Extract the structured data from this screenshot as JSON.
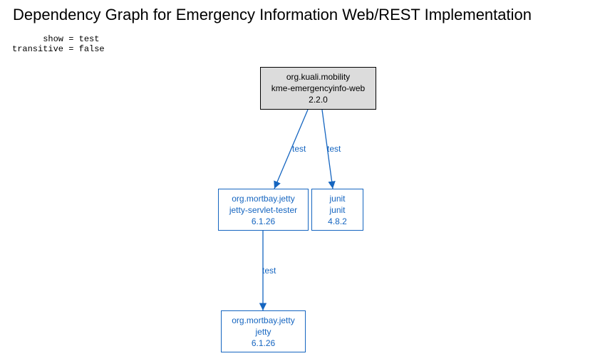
{
  "title": "Dependency Graph for Emergency Information Web/REST Implementation",
  "params": {
    "show_line": "      show = test",
    "transitive_line": "transitive = false"
  },
  "nodes": {
    "root": {
      "group": "org.kuali.mobility",
      "artifact": "kme-emergencyinfo-web",
      "version": "2.2.0"
    },
    "servlet_tester": {
      "group": "org.mortbay.jetty",
      "artifact": "jetty-servlet-tester",
      "version": "6.1.26"
    },
    "junit": {
      "group": "junit",
      "artifact": "junit",
      "version": "4.8.2"
    },
    "jetty": {
      "group": "org.mortbay.jetty",
      "artifact": "jetty",
      "version": "6.1.26"
    }
  },
  "edges": {
    "root_to_servlet_tester": "test",
    "root_to_junit": "test",
    "servlet_tester_to_jetty": "test"
  },
  "colors": {
    "dependency": "#1565c0",
    "root_fill": "#dcdcdc",
    "root_border": "#000000"
  }
}
